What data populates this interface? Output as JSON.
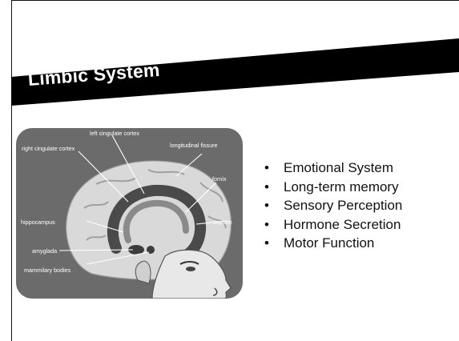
{
  "slide": {
    "title": "Limbic System",
    "bullets": [
      "Emotional System",
      "Long-term memory",
      "Sensory Perception",
      "Hormone Secretion",
      "Motor Function"
    ]
  },
  "figure": {
    "labels": {
      "left_cingulate_cortex": "left cingulate cortex",
      "right_cingulate_cortex": "right cingulate cortex",
      "longitudinal_fissure": "longitudinal fissure",
      "fornix": "fornix",
      "hippocampus": "hippocampus",
      "septum": "septum",
      "amyglada": "amyglada",
      "mammilary_bodies": "mammilary bodies"
    }
  },
  "colors": {
    "banner": "#000000",
    "panel": "#6b6b6b",
    "brain_light": "#dcdcdc",
    "brain_dark": "#4a4a4a",
    "text": "#111111"
  }
}
